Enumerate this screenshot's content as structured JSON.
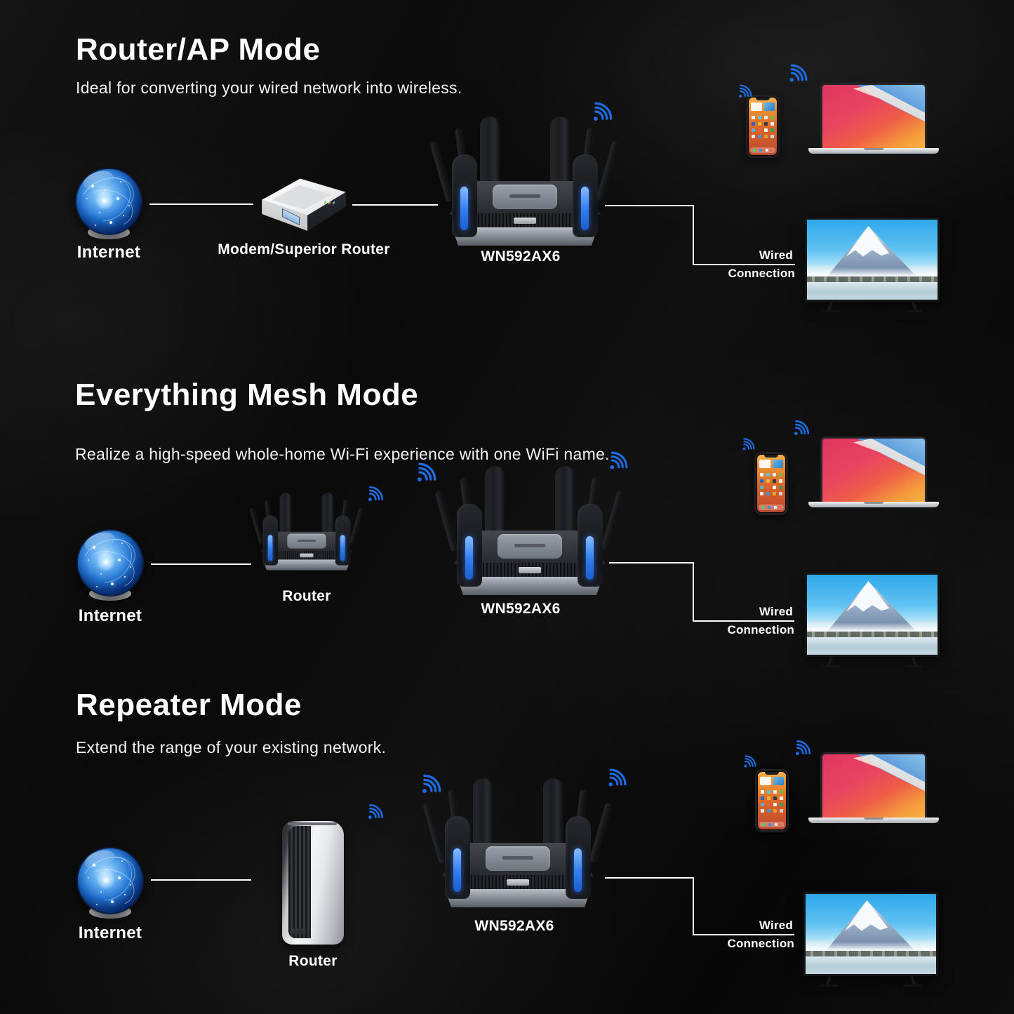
{
  "product": "WN592AX6",
  "colors": {
    "background": "#0a0a0a",
    "wifi_blue": "#1e6ae0",
    "text": "#ffffff"
  },
  "sections": [
    {
      "title": "Router/AP Mode",
      "subtitle": "Ideal for converting your wired network into wireless.",
      "internet_label": "Internet",
      "source_label": "Modem/Superior Router",
      "device_label": "WN592AX6",
      "wired_line1": "Wired",
      "wired_line2": "Connection"
    },
    {
      "title": "Everything Mesh Mode",
      "subtitle": "Realize a high-speed whole-home Wi-Fi experience with one WiFi name.",
      "internet_label": "Internet",
      "source_label": "Router",
      "device_label": "WN592AX6",
      "wired_line1": "Wired",
      "wired_line2": "Connection"
    },
    {
      "title": "Repeater Mode",
      "subtitle": "Extend the range of your existing network.",
      "internet_label": "Internet",
      "source_label": "Router",
      "device_label": "WN592AX6",
      "wired_line1": "Wired",
      "wired_line2": "Connection"
    }
  ]
}
